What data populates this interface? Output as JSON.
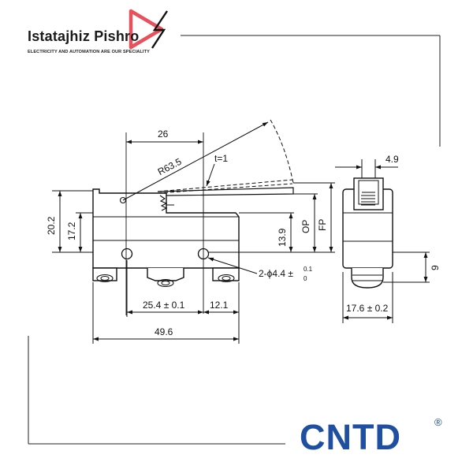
{
  "brand": {
    "title": "Istatajhiz Pishro",
    "tagline": "ELECTRICITY AND AUTOMATION ARE OUR SPECIALITY",
    "logo_color": "#e8505b"
  },
  "cntd": {
    "text": "CNTD",
    "registered": "®",
    "color": "#1e4fa0"
  },
  "dimensions": {
    "d26": "26",
    "r63": "R63.5",
    "t1": "t=1",
    "d20_2": "20.2",
    "d17_2": "17.2",
    "d13_9": "13.9",
    "op": "OP",
    "fp": "FP",
    "hole_base": "2-ϕ4.4 ±",
    "hole_sup": "0.1",
    "hole_sub": "0",
    "d25_4": "25.4 ± 0.1",
    "d12_1": "12.1",
    "d49_6": "49.6",
    "d4_9": "4.9",
    "d9": "9",
    "d17_6": "17.6 ± 0.2"
  }
}
